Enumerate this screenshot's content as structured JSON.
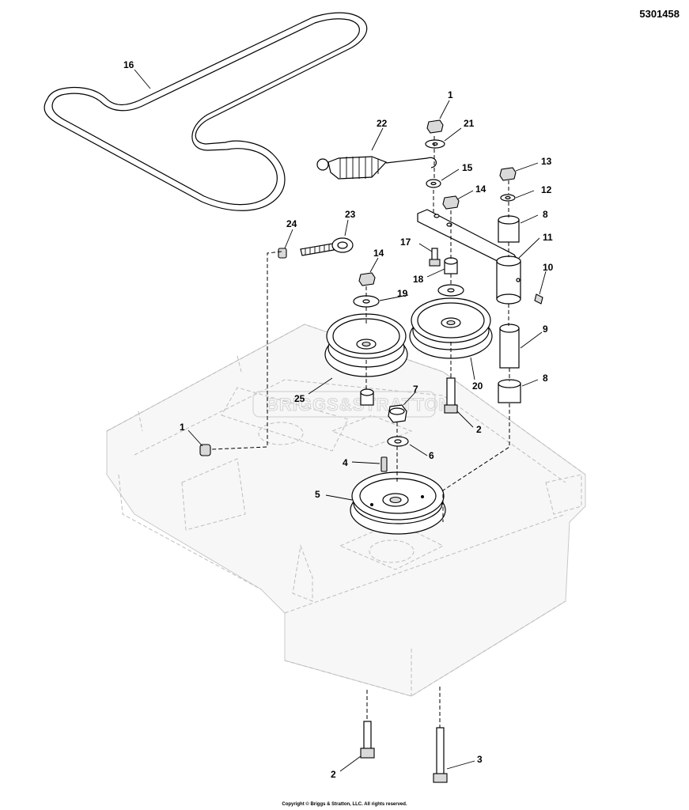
{
  "document_id": "5301458",
  "copyright": "Copyright © Briggs & Stratton, LLC. All rights reserved.",
  "watermark": "BRIGGS&STRATTON",
  "callouts": [
    {
      "label": "16"
    },
    {
      "label": "22"
    },
    {
      "label": "1"
    },
    {
      "label": "21"
    },
    {
      "label": "15"
    },
    {
      "label": "14"
    },
    {
      "label": "13"
    },
    {
      "label": "12"
    },
    {
      "label": "8"
    },
    {
      "label": "11"
    },
    {
      "label": "10"
    },
    {
      "label": "24"
    },
    {
      "label": "23"
    },
    {
      "label": "17"
    },
    {
      "label": "18"
    },
    {
      "label": "14"
    },
    {
      "label": "19"
    },
    {
      "label": "9"
    },
    {
      "label": "8"
    },
    {
      "label": "25"
    },
    {
      "label": "20"
    },
    {
      "label": "7"
    },
    {
      "label": "2"
    },
    {
      "label": "1"
    },
    {
      "label": "6"
    },
    {
      "label": "4"
    },
    {
      "label": "5"
    },
    {
      "label": "2"
    },
    {
      "label": "3"
    }
  ]
}
